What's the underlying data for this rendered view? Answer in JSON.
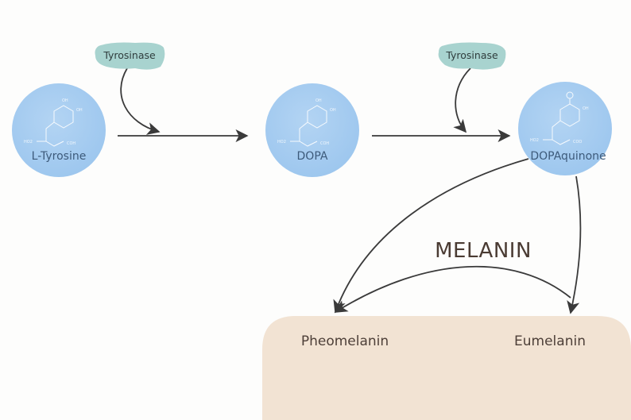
{
  "diagram": {
    "title": "MELANIN",
    "nodes": [
      {
        "id": "l-tyrosine",
        "label": "L-Tyrosine",
        "groups": [
          "OH",
          "OH",
          "HO2",
          "COH"
        ]
      },
      {
        "id": "dopa",
        "label": "DOPA",
        "groups": [
          "OH",
          "OH",
          "HO2",
          "COH"
        ]
      },
      {
        "id": "dopaquinone",
        "label": "DOPAquinone",
        "groups": [
          "O",
          "OH",
          "HO2",
          "COO"
        ]
      }
    ],
    "enzymes": [
      {
        "label": "Tyrosinase",
        "acts_on": "l-tyrosine -> dopa"
      },
      {
        "label": "Tyrosinase",
        "acts_on": "dopa -> dopaquinone"
      }
    ],
    "products": [
      {
        "label": "Pheomelanin"
      },
      {
        "label": "Eumelanin"
      }
    ],
    "edges": [
      {
        "from": "l-tyrosine",
        "to": "dopa"
      },
      {
        "from": "dopa",
        "to": "dopaquinone"
      },
      {
        "from": "dopaquinone",
        "to": "pheomelanin"
      },
      {
        "from": "dopaquinone",
        "to": "eumelanin"
      },
      {
        "from": "eumelanin",
        "to": "pheomelanin"
      }
    ],
    "colors": {
      "node_fill": "#a9cdf0",
      "enzyme_fill": "#a8d3cf",
      "product_box": "#f2e2d2",
      "arrow": "#3a3a3a"
    }
  }
}
